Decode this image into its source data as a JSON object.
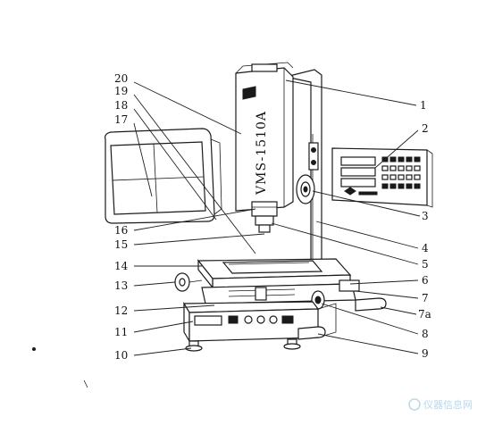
{
  "model_label": "VMS-1510A",
  "callouts_right": [
    "1",
    "2",
    "3",
    "4",
    "5",
    "6",
    "7",
    "7a",
    "8",
    "9"
  ],
  "callouts_left": [
    "20",
    "19",
    "18",
    "17",
    "16",
    "15",
    "14",
    "13",
    "12",
    "11",
    "10"
  ],
  "watermark": {
    "text": "仪器信息网",
    "color": "#b8d8ec"
  },
  "colors": {
    "ink": "#1a1a1a",
    "background": "#ffffff"
  }
}
